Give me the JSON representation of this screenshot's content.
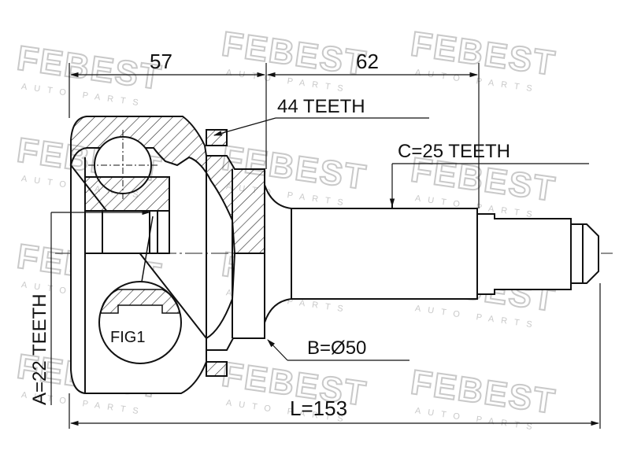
{
  "watermark": {
    "brand": "FEBEST",
    "sub": "AUTO PARTS"
  },
  "dimensions": {
    "outer_length": "57",
    "stem_length": "62",
    "total_length": "L=153"
  },
  "callouts": {
    "abs_teeth": "44 TEETH",
    "spline_outer": "C=25 TEETH",
    "spline_inner": "A=22 TEETH",
    "seal_diameter": "B=Ø50",
    "detail_label": "FIG1"
  }
}
